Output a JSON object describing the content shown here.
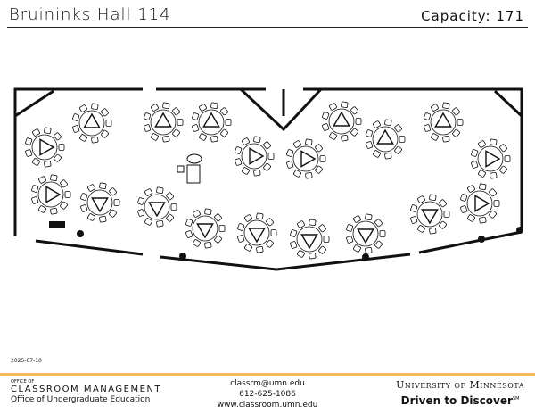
{
  "header": {
    "room": "Bruininks Hall 114",
    "capacity": "Capacity: 171"
  },
  "plan": {
    "table_count": 19,
    "seats_per_table": 9,
    "line_color": "#111111"
  },
  "date": "2025-07-10",
  "footer": {
    "office_small": "OFFICE OF",
    "office_name": "CLASSROOM MANAGEMENT",
    "office_parent": "Office of Undergraduate Education",
    "email": "classrm@umn.edu",
    "phone": "612-625-1086",
    "website": "www.classroom.umn.edu",
    "university": "University of Minnesota",
    "tagline": "Driven to Discover",
    "tagline_mark": "SM",
    "accent_color": "#f7b85b"
  }
}
